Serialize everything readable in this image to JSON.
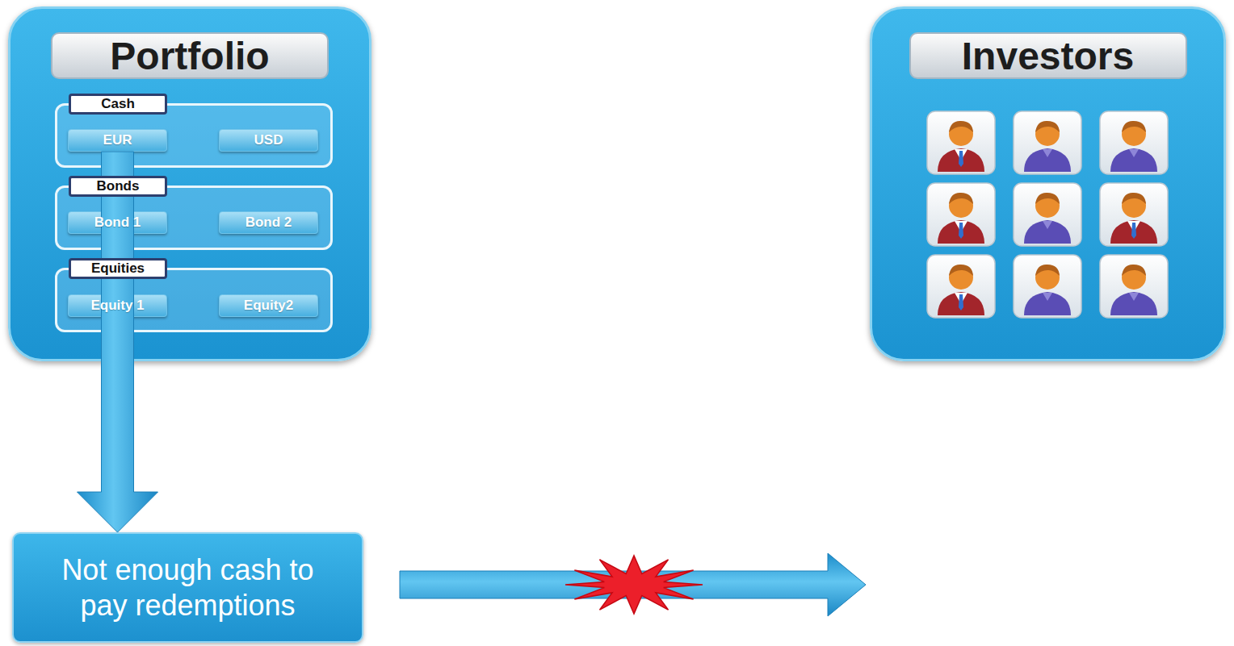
{
  "diagram": {
    "nodes": [
      {
        "text": [
          "Portfolio"
        ]
      },
      {
        "text": [
          "Cash"
        ],
        "in": 0
      },
      {
        "text": [
          "EUR"
        ],
        "in": 1
      },
      {
        "text": [
          "USD"
        ],
        "in": 1
      },
      {
        "text": [
          "Bonds"
        ],
        "in": 0
      },
      {
        "text": [
          "Bond 1"
        ],
        "in": 4
      },
      {
        "text": [
          "Bond 2"
        ],
        "in": 4
      },
      {
        "text": [
          "Equities"
        ],
        "in": 0
      },
      {
        "text": [
          "Equity 1"
        ],
        "in": 7
      },
      {
        "text": [
          "Equity2"
        ],
        "in": 7
      },
      {
        "text": [
          "Investors"
        ]
      },
      {
        "text": [
          "Not enough cash to pay redemptions"
        ]
      }
    ],
    "edges": [
      {
        "from": 2,
        "to": 11,
        "arrow": "to"
      }
    ]
  }
}
